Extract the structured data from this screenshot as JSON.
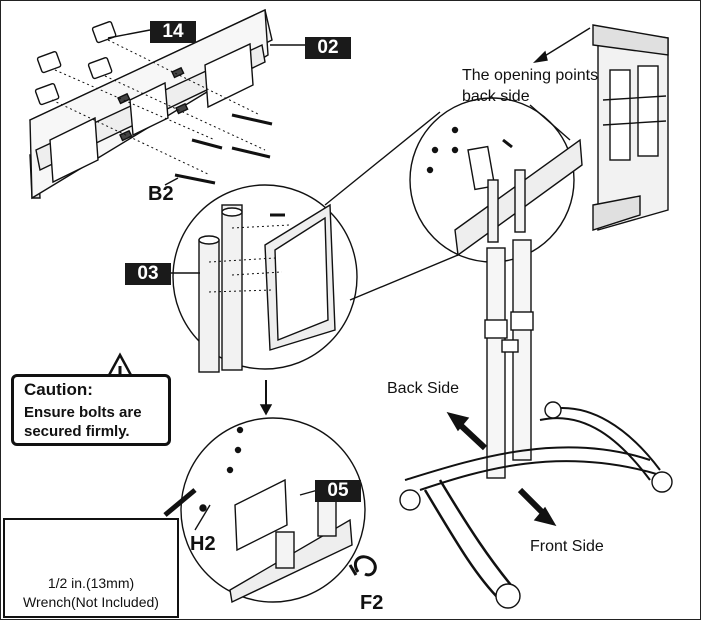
{
  "parts": {
    "bracket_tag": "02",
    "spacer_tag": "14",
    "pole_tag": "03",
    "plate_tag": "05",
    "bolt_b2": "B2",
    "bolt_h2": "H2",
    "bolt_f2": "F2"
  },
  "notes": {
    "opening": "The opening points back side",
    "back_side": "Back Side",
    "front_side": "Front Side"
  },
  "caution": {
    "title": "Caution:",
    "message": "Ensure bolts are secured firmly."
  },
  "tool": {
    "icon": "wrench-icon",
    "size": "1/2 in.(13mm)",
    "note": "Wrench(Not Included)"
  }
}
